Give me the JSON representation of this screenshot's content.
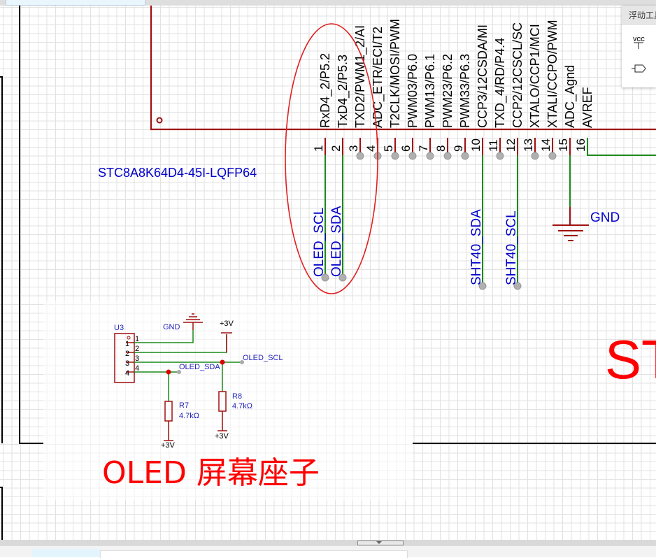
{
  "app": {
    "floating_toolbar": {
      "title": "浮动工具",
      "tools": [
        {
          "name": "vcc-power-tool",
          "label": "VCC"
        },
        {
          "name": "net-port-tool",
          "label": ""
        }
      ]
    },
    "bottom_tabs": [
      "",
      "",
      "",
      ""
    ]
  },
  "schematic": {
    "mcu": {
      "part_name": "STC8A8K64D4-45I-LQFP64",
      "big_designator_fragment": "ST",
      "pins": [
        {
          "num": "1",
          "name": "RxD4_2/P5.2",
          "net": "OLED_SCL"
        },
        {
          "num": "2",
          "name": "TxD4_2/P5.3",
          "net": "OLED_SDA"
        },
        {
          "num": "3",
          "name": "TXD2/PWM1_2/AI",
          "net": ""
        },
        {
          "num": "4",
          "name": "ADC_ETR/ECI/T2",
          "net": ""
        },
        {
          "num": "5",
          "name": "T2CLK/MOSI/PWM",
          "net": ""
        },
        {
          "num": "6",
          "name": "PWM03/P6.0",
          "net": ""
        },
        {
          "num": "7",
          "name": "PWM13/P6.1",
          "net": ""
        },
        {
          "num": "8",
          "name": "PWM23/P6.2",
          "net": ""
        },
        {
          "num": "9",
          "name": "PWM33/P6.3",
          "net": ""
        },
        {
          "num": "10",
          "name": "CCP3/12CSDA/MI",
          "net": "SHT40_SDA"
        },
        {
          "num": "11",
          "name": "TXD_4/RD/P4.4",
          "net": ""
        },
        {
          "num": "12",
          "name": "CCP2/12CSCL/SC",
          "net": "SHT40_SCL"
        },
        {
          "num": "13",
          "name": "XTALO/CCP1/MCI",
          "net": ""
        },
        {
          "num": "14",
          "name": "XTALI/CCPO/PWM",
          "net": ""
        },
        {
          "num": "15",
          "name": "ADC_Agnd",
          "net": "GND"
        },
        {
          "num": "16",
          "name": "AVREF",
          "net": ""
        }
      ],
      "net_labels": {
        "pin1": "OLED_SCL",
        "pin2": "OLED_SDA",
        "pin10": "SHT40_SDA",
        "pin12": "SHT40_SCL",
        "gnd": "GND"
      }
    },
    "oled_block": {
      "title": "OLED 屏幕座子",
      "connector": {
        "designator": "U3",
        "pin_numbers": [
          "1",
          "2",
          "3",
          "4"
        ],
        "pin_names": [
          "1",
          "2",
          "3",
          "4"
        ]
      },
      "gnd_label": "GND",
      "vcc_top_label": "+3V",
      "net_scl": "OLED_SCL",
      "net_sda": "OLED_SDA",
      "resistors": [
        {
          "designator": "R7",
          "value": "4.7kΩ",
          "supply": "+3V"
        },
        {
          "designator": "R8",
          "value": "4.7kΩ",
          "supply": "+3V"
        }
      ]
    }
  },
  "colors": {
    "component": "#a01010",
    "wire": "#1a8a1a",
    "net_label": "#0000cc",
    "annotation": "#ff0000",
    "grid": "#e2e2e2"
  }
}
